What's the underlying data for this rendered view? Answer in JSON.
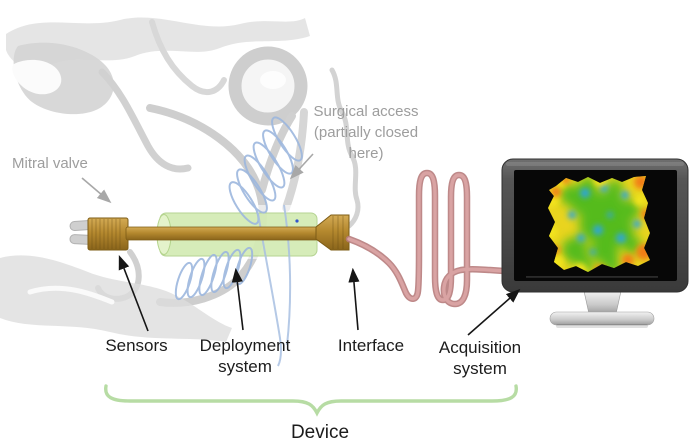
{
  "diagram": {
    "annotations": {
      "mitral_valve": "Mitral valve",
      "surgical_access_line1": "Surgical access",
      "surgical_access_line2": "(partially closed",
      "surgical_access_line3": "here)"
    },
    "components": {
      "sensors": "Sensors",
      "deployment_line1": "Deployment",
      "deployment_line2": "system",
      "interface": "Interface",
      "acquisition_line1": "Acquisition",
      "acquisition_line2": "system",
      "device": "Device"
    },
    "colors": {
      "device_gold": "#b5892f",
      "deployment_green": "#cfe9ad",
      "suture_blue": "#9db7de",
      "cable_pink": "#c88e8e",
      "brace_green": "#b7dca4",
      "annotation_gray": "#9d9d9d",
      "label_black": "#1c1c1c",
      "anatomy_sketch_gray": "#d6d6d6",
      "monitor_frame_gray": "#4a4a4a",
      "heatmap_green": "#55bb1e",
      "heatmap_yellow": "#e9d41f",
      "heatmap_orange": "#f27d12",
      "heatmap_blue": "#2fa6dd"
    }
  }
}
